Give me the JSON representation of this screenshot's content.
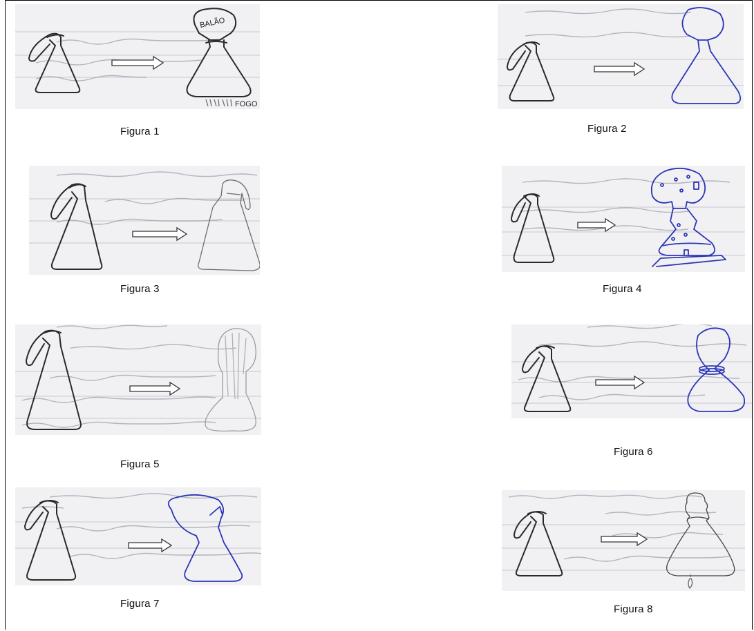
{
  "figures": [
    {
      "caption": "Figura 1",
      "balloon_label": "BALÃO",
      "fire_label": "FOGO"
    },
    {
      "caption": "Figura 2"
    },
    {
      "caption": "Figura 3"
    },
    {
      "caption": "Figura 4"
    },
    {
      "caption": "Figura 5"
    },
    {
      "caption": "Figura 6"
    },
    {
      "caption": "Figura 7"
    },
    {
      "caption": "Figura 8"
    }
  ]
}
